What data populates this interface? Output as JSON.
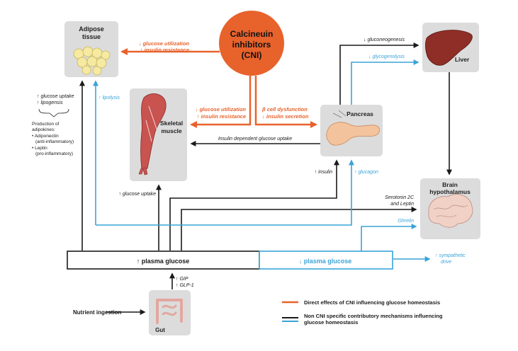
{
  "cni": {
    "line1": "Calcineuin",
    "line2": "inhibitors",
    "line3": "(CNI)"
  },
  "organs": {
    "adipose": {
      "line1": "Adipose",
      "line2": "tissue"
    },
    "skeletal": {
      "line1": "Skeletal",
      "line2": "muscle"
    },
    "pancreas": "Pancreas",
    "liver": "Liver",
    "brain": {
      "line1": "Brain",
      "line2": "hypothalamus"
    },
    "gut": "Gut"
  },
  "cni_effects": {
    "adipose": [
      "↓ glucose utilization",
      "↑ insulin resistance"
    ],
    "muscle": [
      "↓ glucose utilization",
      "↑ insulin resistance"
    ],
    "pancreas": [
      "β cell dysfunction",
      "↓ insulin secretion"
    ]
  },
  "labels": {
    "gluconeogenesis": "↓ gluconeogenesis",
    "glycogenolysis": "↓ glycogenolysis",
    "lipolysis": "↑ lipolysis",
    "adipose_uptake": [
      "↑ glucose uptake",
      "↑ lipogensis"
    ],
    "adipokines": [
      "Production of",
      "adipokines:",
      "• Adiponectin",
      "(anti-inflammatory)",
      "• Leptin",
      "(pro-inflammatory)"
    ],
    "insulin_dependent": "Insulin dependent glucose uptake",
    "insulin": "↑ insulin",
    "glucagon": "↑ glucagon",
    "muscle_uptake": "↑ glucose uptake",
    "serotonin": [
      "Serotonin 2C",
      "and Leptin"
    ],
    "ghrelin": "Ghrelin",
    "sympathetic": [
      "↑ sympathetic",
      "drive"
    ],
    "gip": [
      "↑ GIP",
      "↑ GLP-1"
    ],
    "nutrient": "Nutrient ingestion"
  },
  "glucose": {
    "high": "↑ plasma glucose",
    "low": "↓ plasma glucose"
  },
  "legend": {
    "direct": "Direct effects of CNI influencing glucose homeostasis",
    "nonspecific": [
      "Non CNI specific contributory mechanisms influencing",
      "glucose homeostasis"
    ]
  },
  "colors": {
    "orange": "#e8622c",
    "blue": "#3aa3d8",
    "black": "#1a1a1a",
    "panel": "#dcdcdc"
  }
}
